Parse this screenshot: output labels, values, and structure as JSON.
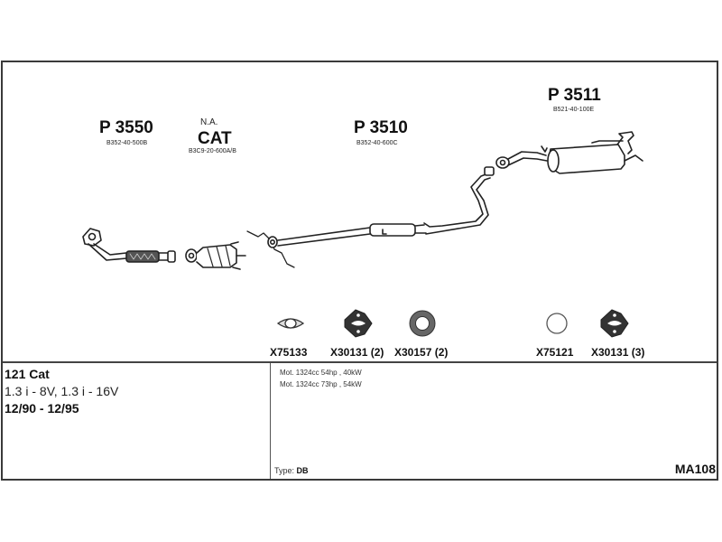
{
  "parts": [
    {
      "part_number": "P 3550",
      "oem_number": "B352-40-500B"
    },
    {
      "part_number": "P 3510",
      "oem_number": "B352-40-600C"
    },
    {
      "part_number": "P 3511",
      "oem_number": "B521-40-100E"
    }
  ],
  "catalyst": {
    "note": "N.A.",
    "label": "CAT",
    "oem_number": "B3C9-20-600A/B"
  },
  "accessories": [
    {
      "code": "X75133",
      "icon": "flange-gasket-icon"
    },
    {
      "code": "X30131 (2)",
      "icon": "rubber-hanger-icon"
    },
    {
      "code": "X30157 (2)",
      "icon": "sealing-ring-icon"
    },
    {
      "code": "X75121",
      "icon": "o-ring-icon"
    },
    {
      "code": "X30131 (3)",
      "icon": "rubber-hanger-icon"
    }
  ],
  "vehicle": {
    "model": "121 Cat",
    "engines": "1.3 i - 8V, 1.3 i - 16V",
    "years": "12/90 - 12/95"
  },
  "engine_specs": [
    "Mot. 1324cc 54hp , 40kW",
    "Mot. 1324cc 73hp , 54kW"
  ],
  "type": {
    "label": "Type:",
    "value": "DB"
  },
  "system_code": "MA108"
}
